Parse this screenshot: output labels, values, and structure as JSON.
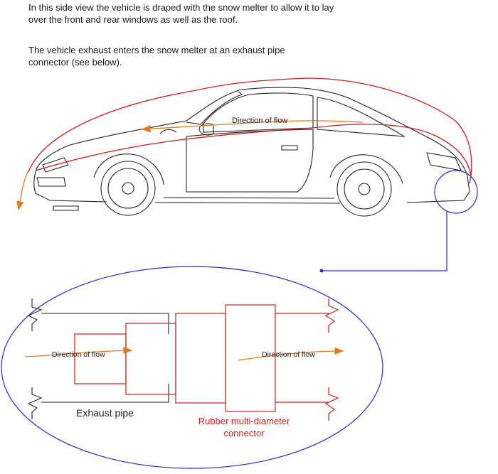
{
  "text": {
    "intro_line1": "In this side view the vehicle is draped with the snow melter to allow it to lay",
    "intro_line2": "over the front and rear windows as well as the roof.",
    "exhaust_line1": "The vehicle exhaust enters the snow melter at an exhaust pipe",
    "exhaust_line2": "connector (see below)."
  },
  "labels": {
    "car_flow": "Direction of flow",
    "left_flow": "Direction of flow",
    "right_flow": "Direction of flow",
    "exhaust_pipe": "Exhaust pipe",
    "connector_line1": "Rubber multi-diameter",
    "connector_line2": "connector"
  },
  "colors": {
    "outline": "#222222",
    "melter": "#cc1f1f",
    "flow_arrow": "#e07b1a",
    "detail_callout": "#2b2bbf"
  }
}
